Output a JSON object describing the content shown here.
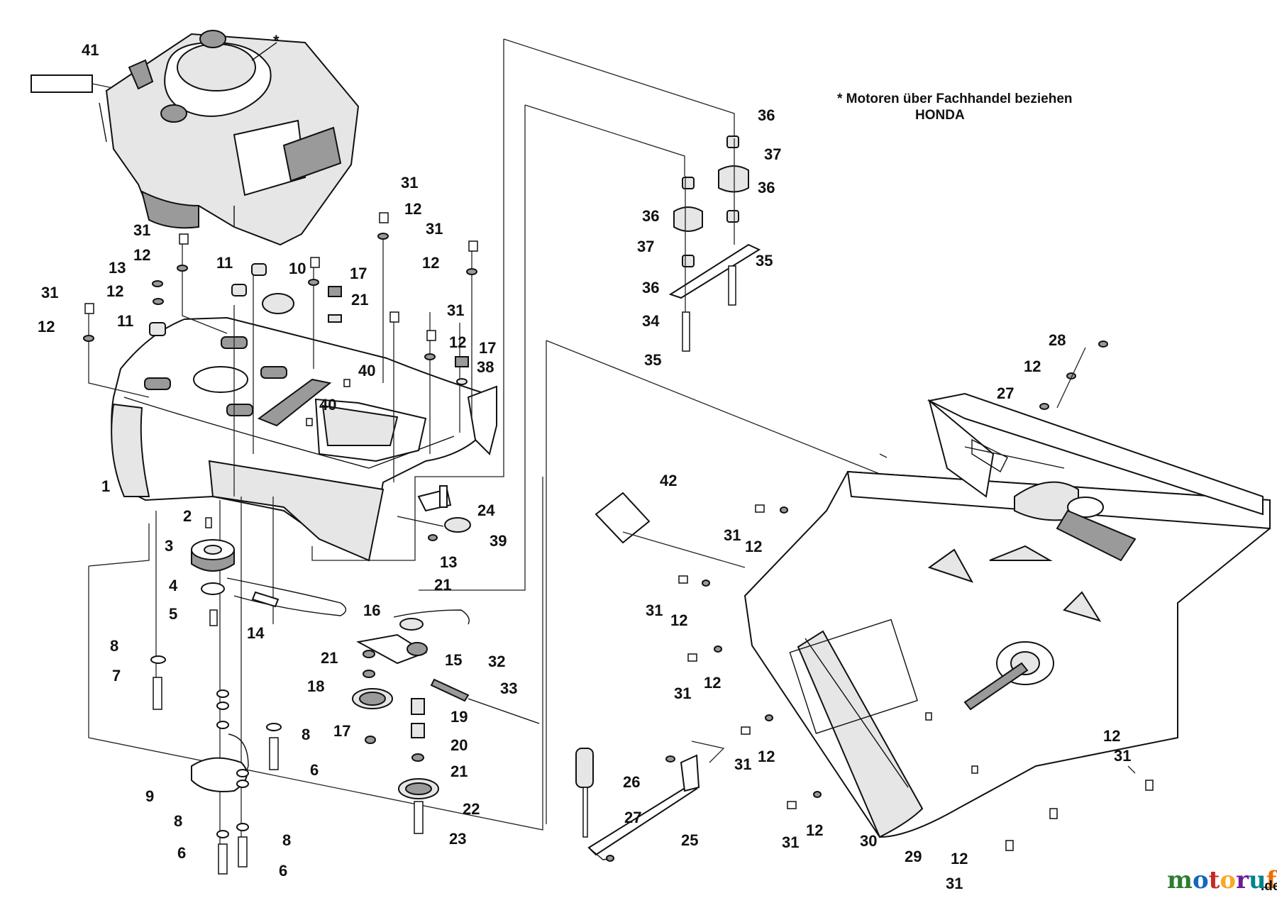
{
  "note": {
    "line1": "* Motoren über Fachhandel beziehen",
    "line2": "HONDA"
  },
  "watermark": {
    "text": "motoruf",
    "suffix": ".de",
    "colors": [
      "#2e7d32",
      "#1565c0",
      "#c62828",
      "#f9a825",
      "#6a1b9a",
      "#00838f",
      "#ef6c00"
    ]
  },
  "callouts": [
    {
      "id": "c41",
      "text": "41"
    },
    {
      "id": "cstar",
      "text": "*"
    },
    {
      "id": "c31a",
      "text": "31"
    },
    {
      "id": "c12a",
      "text": "12"
    },
    {
      "id": "c31b",
      "text": "31"
    },
    {
      "id": "c12b",
      "text": "12"
    },
    {
      "id": "c31c",
      "text": "31"
    },
    {
      "id": "c12c",
      "text": "12"
    },
    {
      "id": "c11a",
      "text": "11"
    },
    {
      "id": "c10",
      "text": "10"
    },
    {
      "id": "c17a",
      "text": "17"
    },
    {
      "id": "c21a",
      "text": "21"
    },
    {
      "id": "c13a",
      "text": "13"
    },
    {
      "id": "c12d",
      "text": "12"
    },
    {
      "id": "c11b",
      "text": "11"
    },
    {
      "id": "c31d",
      "text": "31"
    },
    {
      "id": "c12e",
      "text": "12"
    },
    {
      "id": "c31e",
      "text": "31"
    },
    {
      "id": "c12f",
      "text": "12"
    },
    {
      "id": "c17b",
      "text": "17"
    },
    {
      "id": "c38",
      "text": "38"
    },
    {
      "id": "c40a",
      "text": "40"
    },
    {
      "id": "c40b",
      "text": "40"
    },
    {
      "id": "c1",
      "text": "1"
    },
    {
      "id": "c24",
      "text": "24"
    },
    {
      "id": "c39",
      "text": "39"
    },
    {
      "id": "c13b",
      "text": "13"
    },
    {
      "id": "c2",
      "text": "2"
    },
    {
      "id": "c3",
      "text": "3"
    },
    {
      "id": "c4",
      "text": "4"
    },
    {
      "id": "c5",
      "text": "5"
    },
    {
      "id": "c14",
      "text": "14"
    },
    {
      "id": "c21b",
      "text": "21"
    },
    {
      "id": "c16",
      "text": "16"
    },
    {
      "id": "c15",
      "text": "15"
    },
    {
      "id": "c32",
      "text": "32"
    },
    {
      "id": "c33",
      "text": "33"
    },
    {
      "id": "c21c",
      "text": "21"
    },
    {
      "id": "c18",
      "text": "18"
    },
    {
      "id": "c19",
      "text": "19"
    },
    {
      "id": "c17c",
      "text": "17"
    },
    {
      "id": "c20",
      "text": "20"
    },
    {
      "id": "c21d",
      "text": "21"
    },
    {
      "id": "c22",
      "text": "22"
    },
    {
      "id": "c23",
      "text": "23"
    },
    {
      "id": "c8a",
      "text": "8"
    },
    {
      "id": "c7",
      "text": "7"
    },
    {
      "id": "c8b",
      "text": "8"
    },
    {
      "id": "c6a",
      "text": "6"
    },
    {
      "id": "c9",
      "text": "9"
    },
    {
      "id": "c8c",
      "text": "8"
    },
    {
      "id": "c8d",
      "text": "8"
    },
    {
      "id": "c6b",
      "text": "6"
    },
    {
      "id": "c6c",
      "text": "6"
    },
    {
      "id": "c36a",
      "text": "36"
    },
    {
      "id": "c37a",
      "text": "37"
    },
    {
      "id": "c36b",
      "text": "36"
    },
    {
      "id": "c36c",
      "text": "36"
    },
    {
      "id": "c37b",
      "text": "37"
    },
    {
      "id": "c35a",
      "text": "35"
    },
    {
      "id": "c36d",
      "text": "36"
    },
    {
      "id": "c34",
      "text": "34"
    },
    {
      "id": "c35b",
      "text": "35"
    },
    {
      "id": "c28",
      "text": "28"
    },
    {
      "id": "c12g",
      "text": "12"
    },
    {
      "id": "c27a",
      "text": "27"
    },
    {
      "id": "c42",
      "text": "42"
    },
    {
      "id": "c31f",
      "text": "31"
    },
    {
      "id": "c12h",
      "text": "12"
    },
    {
      "id": "c31g",
      "text": "31"
    },
    {
      "id": "c12i",
      "text": "12"
    },
    {
      "id": "c31h",
      "text": "31"
    },
    {
      "id": "c12j",
      "text": "12"
    },
    {
      "id": "c31i",
      "text": "31"
    },
    {
      "id": "c12k",
      "text": "12"
    },
    {
      "id": "c26",
      "text": "26"
    },
    {
      "id": "c27b",
      "text": "27"
    },
    {
      "id": "c25",
      "text": "25"
    },
    {
      "id": "c31j",
      "text": "31"
    },
    {
      "id": "c12l",
      "text": "12"
    },
    {
      "id": "c30",
      "text": "30"
    },
    {
      "id": "c29",
      "text": "29"
    },
    {
      "id": "c12m",
      "text": "12"
    },
    {
      "id": "c31k",
      "text": "31"
    },
    {
      "id": "c12n",
      "text": "12"
    },
    {
      "id": "c31l",
      "text": "31"
    }
  ]
}
